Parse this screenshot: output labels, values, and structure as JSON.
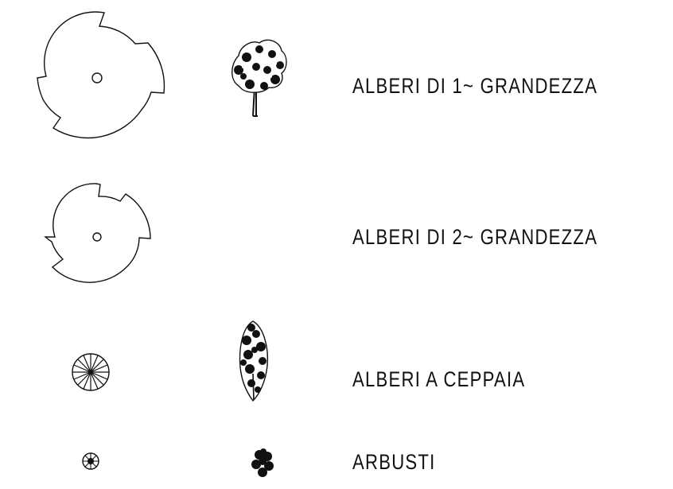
{
  "legend": {
    "items": [
      {
        "label": "ALBERI DI 1~ GRANDEZZA",
        "plan_symbol": "large-tree-canopy-icon",
        "elevation_symbol": "broadleaf-tree-icon"
      },
      {
        "label": "ALBERI DI 2~ GRANDEZZA",
        "plan_symbol": "medium-tree-canopy-icon",
        "elevation_symbol": ""
      },
      {
        "label": "ALBERI A CEPPAIA",
        "plan_symbol": "coppice-spoked-circle-icon",
        "elevation_symbol": "columnar-tree-icon"
      },
      {
        "label": "ARBUSTI",
        "plan_symbol": "shrub-small-circle-icon",
        "elevation_symbol": "shrub-clump-icon"
      }
    ]
  },
  "colors": {
    "ink": "#111111",
    "background": "#ffffff"
  }
}
